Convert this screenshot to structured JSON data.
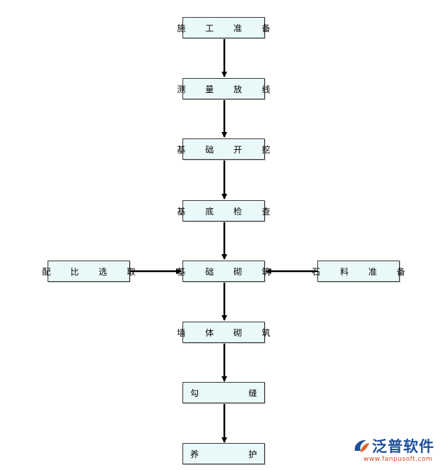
{
  "diagram": {
    "nodes": {
      "construction_prep": "施 工 准 备",
      "survey_layout": "测 量 放 线",
      "foundation_excavation": "基 础 开 挖",
      "foundation_inspection": "基 底 检 查",
      "foundation_masonry": "基 础 砌 筑",
      "mix_selection": "配 比 选 取",
      "stone_prep": "石 料 准 备",
      "wall_masonry": "墙 体 砌 筑",
      "pointing_left": "勾",
      "pointing_right": "缝",
      "curing_left": "养",
      "curing_right": "护"
    },
    "edges": [
      {
        "from": "construction_prep",
        "to": "survey_layout"
      },
      {
        "from": "survey_layout",
        "to": "foundation_excavation"
      },
      {
        "from": "foundation_excavation",
        "to": "foundation_inspection"
      },
      {
        "from": "foundation_inspection",
        "to": "foundation_masonry"
      },
      {
        "from": "mix_selection",
        "to": "foundation_masonry"
      },
      {
        "from": "stone_prep",
        "to": "foundation_masonry"
      },
      {
        "from": "foundation_masonry",
        "to": "wall_masonry"
      },
      {
        "from": "wall_masonry",
        "to": "pointing"
      },
      {
        "from": "pointing",
        "to": "curing"
      }
    ],
    "colors": {
      "node_fill": "#e9f8f8",
      "node_border": "#3a3a3a",
      "arrow": "#000000"
    }
  },
  "watermark": {
    "brand": "泛普软件",
    "url": "www.fanpusoft.com",
    "icon": "fanpu-logo-icon"
  }
}
